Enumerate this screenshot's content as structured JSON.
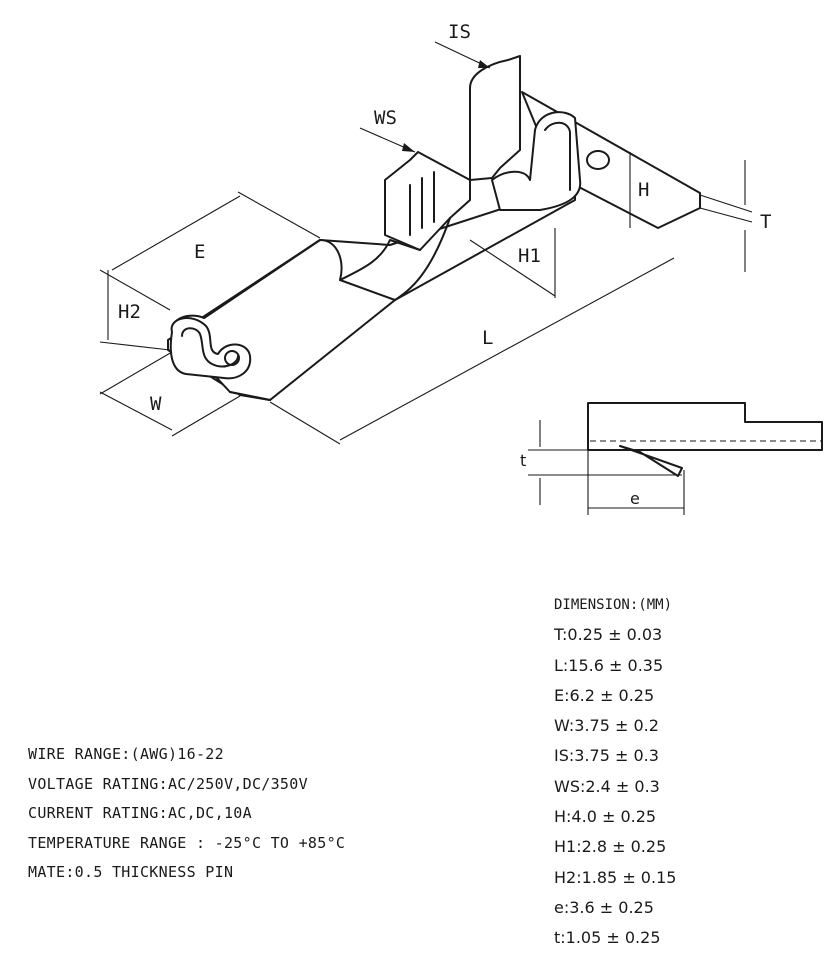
{
  "drawing": {
    "labels": {
      "is": "IS",
      "ws": "WS",
      "e": "E",
      "h2": "H2",
      "w": "W",
      "l": "L",
      "h": "H",
      "h1": "H1",
      "t": "T",
      "e_small": "e",
      "t_small": "t"
    }
  },
  "specs": [
    "WIRE RANGE:(AWG)16-22",
    "VOLTAGE RATING:AC/250V,DC/350V",
    "CURRENT RATING:AC,DC,10A",
    "TEMPERATURE RANGE : -25°C TO +85°C",
    "MATE:0.5 THICKNESS PIN"
  ],
  "dimensions": {
    "title": "DIMENSION:(MM)",
    "items": [
      "T:0.25 ± 0.03",
      "L:15.6 ± 0.35",
      "E:6.2 ± 0.25",
      "W:3.75 ± 0.2",
      "IS:3.75 ± 0.3",
      "WS:2.4 ± 0.3",
      "H:4.0 ± 0.25",
      "H1:2.8 ± 0.25",
      "H2:1.85 ± 0.15",
      "e:3.6 ± 0.25",
      "t:1.05 ± 0.25"
    ]
  }
}
